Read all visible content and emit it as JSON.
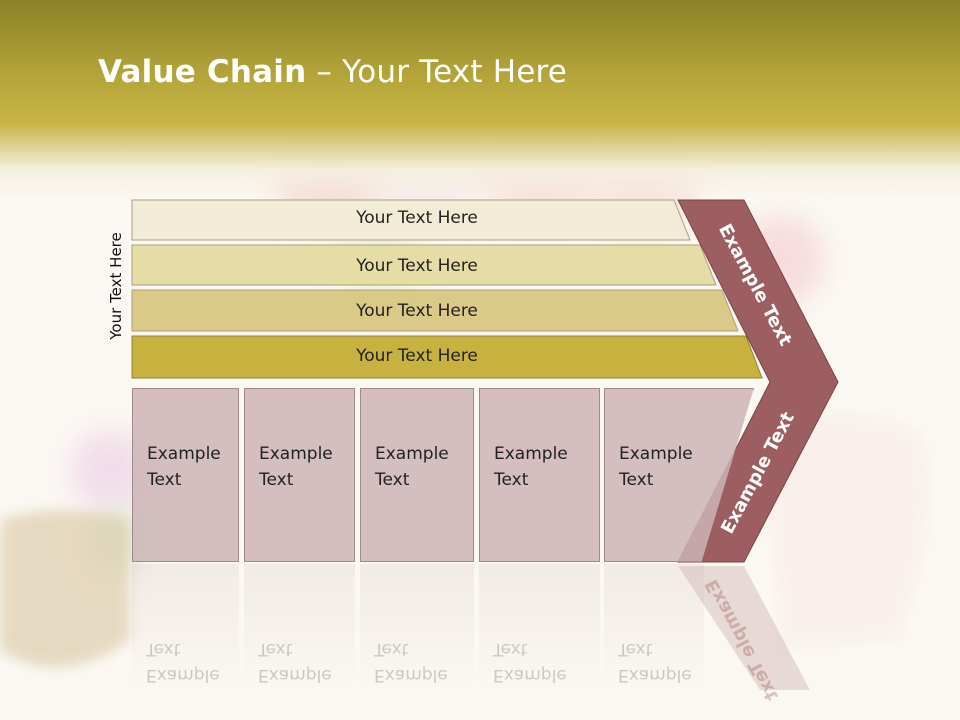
{
  "slide": {
    "title_bold": "Value Chain",
    "title_rest": " – Your Text Here",
    "side_label": "Your Text Here"
  },
  "bands": [
    {
      "label": "Your Text Here",
      "color": "#f2ecd6"
    },
    {
      "label": "Your Text Here",
      "color": "#e6dca6"
    },
    {
      "label": "Your Text Here",
      "color": "#dac987"
    },
    {
      "label": "Your Text Here",
      "color": "#c7b240"
    }
  ],
  "boxes": [
    {
      "label": "Example\nText"
    },
    {
      "label": "Example\nText"
    },
    {
      "label": "Example\nText"
    },
    {
      "label": "Example\nText"
    },
    {
      "label": "Example\nText"
    }
  ],
  "chevron": {
    "upper_label": "Example Text",
    "lower_label": "Example Text",
    "color": "#9c5e60"
  },
  "colors": {
    "header": "#b6a63a",
    "box_fill": "#d5c2c3"
  }
}
